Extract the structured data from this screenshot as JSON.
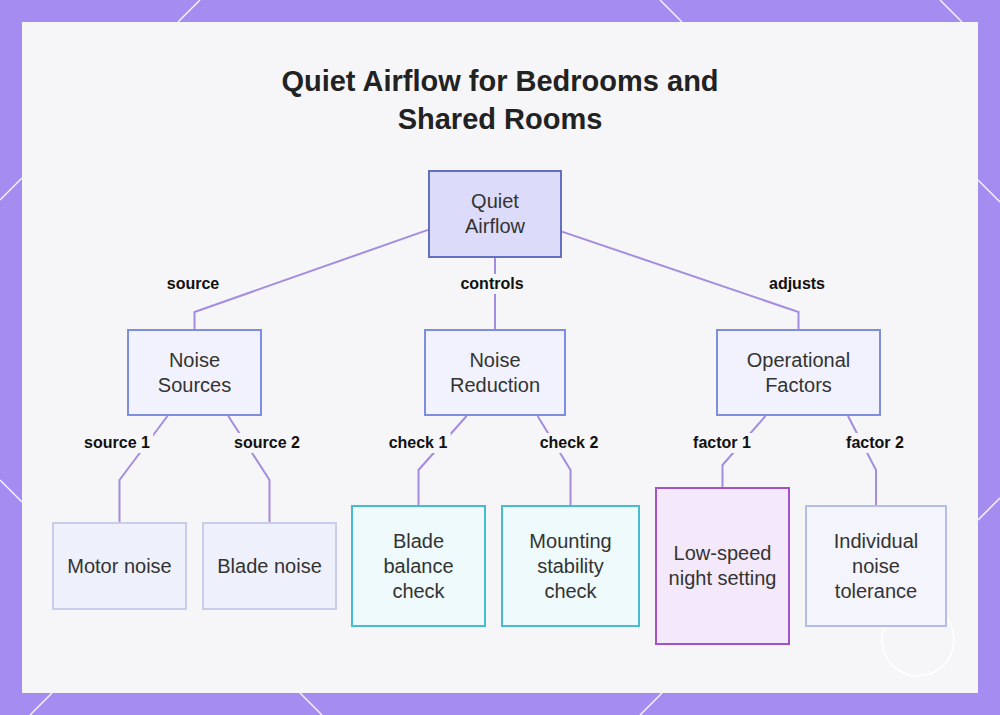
{
  "diagram": {
    "title": "Quiet Airflow for Bedrooms and Shared Rooms",
    "nodes": [
      {
        "text": [
          "Quiet Airflow"
        ]
      },
      {
        "text": [
          "Noise Sources"
        ]
      },
      {
        "text": [
          "Noise Reduction"
        ]
      },
      {
        "text": [
          "Operational Factors"
        ]
      },
      {
        "text": [
          "Motor noise"
        ]
      },
      {
        "text": [
          "Blade noise"
        ]
      },
      {
        "text": [
          "Blade balance check"
        ]
      },
      {
        "text": [
          "Mounting stability check"
        ]
      },
      {
        "text": [
          "Low-speed night setting"
        ]
      },
      {
        "text": [
          "Individual noise tolerance"
        ]
      }
    ],
    "edges": [
      {
        "from": 0,
        "to": 1,
        "label": "source",
        "arrow": "none"
      },
      {
        "from": 0,
        "to": 2,
        "label": "controls",
        "arrow": "none"
      },
      {
        "from": 0,
        "to": 3,
        "label": "adjusts",
        "arrow": "none"
      },
      {
        "from": 1,
        "to": 4,
        "label": "source 1",
        "arrow": "none"
      },
      {
        "from": 1,
        "to": 5,
        "label": "source 2",
        "arrow": "none"
      },
      {
        "from": 2,
        "to": 6,
        "label": "check 1",
        "arrow": "none"
      },
      {
        "from": 2,
        "to": 7,
        "label": "check 2",
        "arrow": "none"
      },
      {
        "from": 3,
        "to": 8,
        "label": "factor 1",
        "arrow": "none"
      },
      {
        "from": 3,
        "to": 9,
        "label": "factor 2",
        "arrow": "none"
      }
    ]
  }
}
